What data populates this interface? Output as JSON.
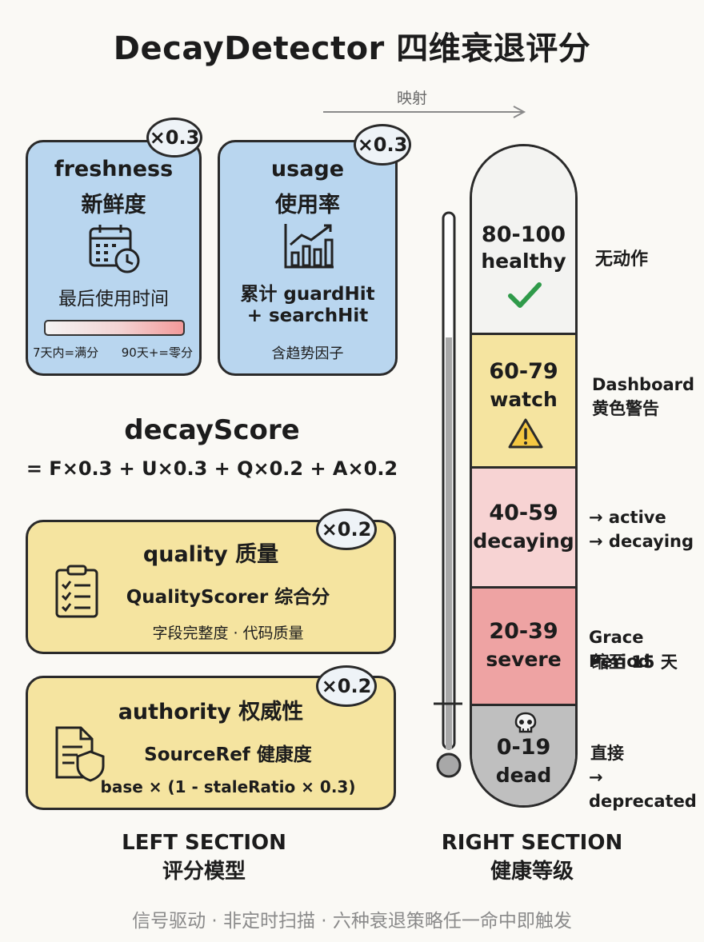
{
  "title": "DecayDetector 四维衰退评分",
  "mapping_label": "映射",
  "cards": {
    "freshness": {
      "name": "freshness",
      "name_cn": "新鲜度",
      "weight": "×0.3",
      "desc": "最后使用时间",
      "scale_left": "7天内=满分",
      "scale_right": "90天+=零分",
      "icon": "calendar-clock-icon"
    },
    "usage": {
      "name": "usage",
      "name_cn": "使用率",
      "weight": "×0.3",
      "desc_line1": "累计 guardHit",
      "desc_line2": "+ searchHit",
      "note": "含趋势因子",
      "icon": "bar-chart-icon"
    },
    "quality": {
      "title": "quality 质量",
      "weight": "×0.2",
      "desc": "QualityScorer 综合分",
      "note": "字段完整度 · 代码质量",
      "icon": "clipboard-checklist-icon"
    },
    "authority": {
      "title": "authority 权威性",
      "weight": "×0.2",
      "desc": "SourceRef 健康度",
      "note": "base × (1 - staleRatio × 0.3)",
      "icon": "document-shield-icon"
    }
  },
  "formula": {
    "title": "decayScore",
    "expression": "= F×0.3 + U×0.3 + Q×0.2 + A×0.2"
  },
  "levels": [
    {
      "range": "80-100",
      "label": "healthy",
      "color": "#f3f3f1",
      "icon": "check-icon",
      "action_line1": "无动作",
      "action_line2": ""
    },
    {
      "range": "60-79",
      "label": "watch",
      "color": "#f5e4a0",
      "icon": "warning-icon",
      "action_line1": "Dashboard",
      "action_line2": "黄色警告"
    },
    {
      "range": "40-59",
      "label": "decaying",
      "color": "#f7d3d3",
      "icon": "",
      "action_line1": "→ active",
      "action_line2": "→ decaying"
    },
    {
      "range": "20-39",
      "label": "severe",
      "color": "#eea3a3",
      "icon": "",
      "action_line1": "Grace Period",
      "action_line2": "缩至 15 天"
    },
    {
      "range": "0-19",
      "label": "dead",
      "color": "#bfbfbf",
      "icon": "skull-icon",
      "action_line1": "直接",
      "action_line2": "→ deprecated"
    }
  ],
  "sections": {
    "left_title": "LEFT SECTION",
    "left_subtitle": "评分模型",
    "right_title": "RIGHT SECTION",
    "right_subtitle": "健康等级"
  },
  "footer": "信号驱动 · 非定时扫描 · 六种衰退策略任一命中即触发"
}
